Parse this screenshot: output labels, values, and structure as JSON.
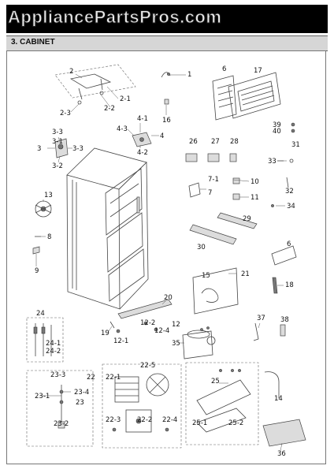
{
  "header": {
    "watermark_text": "AppliancePartsPros.com",
    "section_title": "3. CABINET"
  },
  "colors": {
    "header_bg": "#000000",
    "subheader_bg": "#d6d6d6",
    "line": "#444444"
  },
  "labels": {
    "l1": "1",
    "l2": "2",
    "l2_1": "2-1",
    "l2_2": "2-2",
    "l2_3": "2-3",
    "l3": "3",
    "l3_1": "3-1",
    "l3_2": "3-2",
    "l3_3a": "3-3",
    "l3_3b": "3-3",
    "l4": "4",
    "l4_1": "4-1",
    "l4_2": "4-2",
    "l4_3": "4-3",
    "l6": "6",
    "l6b": "6",
    "l7": "7",
    "l7_1": "7-1",
    "l8": "8",
    "l9": "9",
    "l10": "10",
    "l11": "11",
    "l12": "12",
    "l12_1": "12-1",
    "l12_2": "12-2",
    "l12_4": "12-4",
    "l13": "13",
    "l14": "14",
    "l15": "15",
    "l16": "16",
    "l17": "17",
    "l18": "18",
    "l19": "19",
    "l20": "20",
    "l21": "21",
    "l22": "22",
    "l22_1": "22-1",
    "l22_2": "22-2",
    "l22_3": "22-3",
    "l22_4": "22-4",
    "l22_5": "22-5",
    "l23": "23",
    "l23_1": "23-1",
    "l23_2": "23-2",
    "l23_3": "23-3",
    "l23_4": "23-4",
    "l24": "24",
    "l24_1": "24-1",
    "l24_2": "24-2",
    "l25": "25",
    "l25_1": "25-1",
    "l25_2": "25-2",
    "l26": "26",
    "l27": "27",
    "l28": "28",
    "l29": "29",
    "l30": "30",
    "l31": "31",
    "l32": "32",
    "l33": "33",
    "l34": "34",
    "l35": "35",
    "l36": "36",
    "l37": "37",
    "l38": "38",
    "l39": "39",
    "l40": "40"
  }
}
